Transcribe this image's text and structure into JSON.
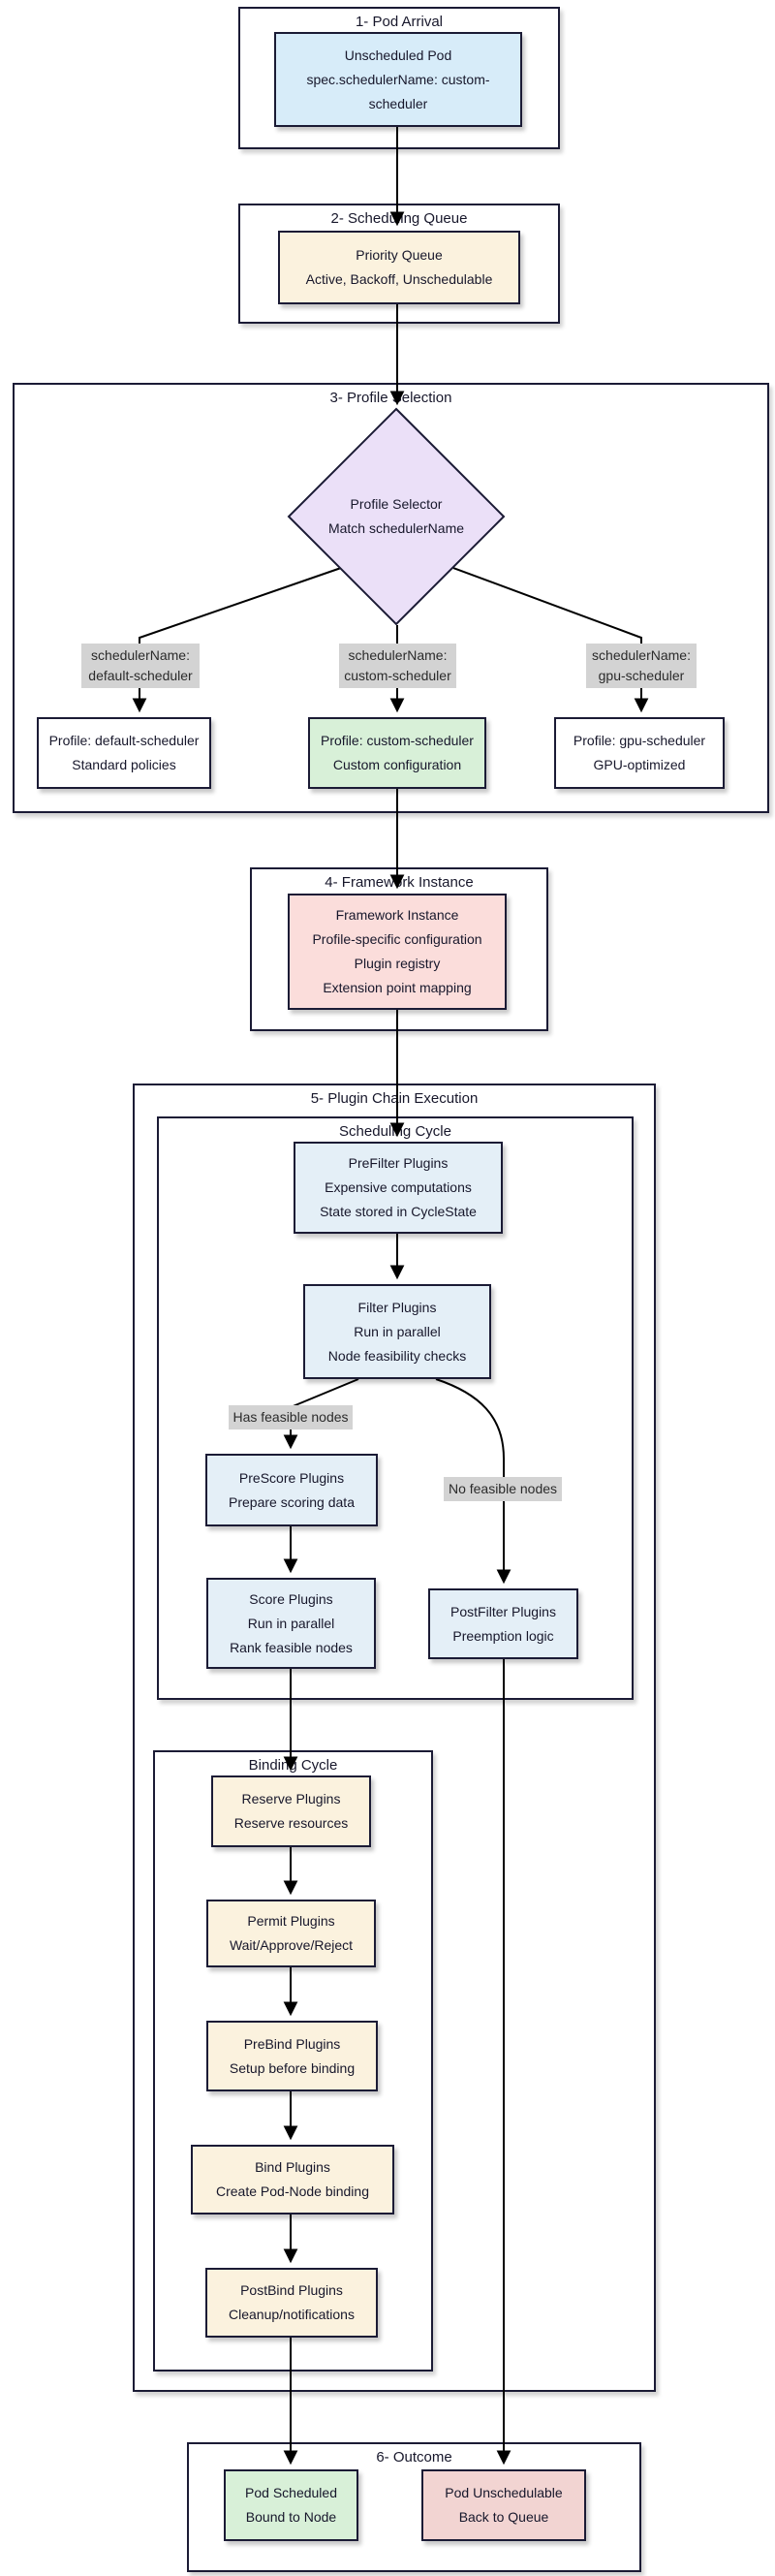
{
  "colors": {
    "border": "#1b1b35",
    "edge": "#000000",
    "blue": "#d7ecf9",
    "cream": "#fbf2de",
    "purple": "#ebe0f8",
    "green": "#d8f0d8",
    "white": "#ffffff",
    "pink": "#fbdddb",
    "steel": "#e4eff7",
    "red": "#f2d4d2",
    "label_bg": "#d3d3d3"
  },
  "sections": {
    "s1": {
      "title": "1- Pod Arrival"
    },
    "s2": {
      "title": "2- Scheduling Queue"
    },
    "s3": {
      "title": "3- Profile Selection"
    },
    "s4": {
      "title": "4- Framework Instance"
    },
    "s5": {
      "title": "5- Plugin Chain Execution"
    },
    "scheduling_cycle": {
      "title": "Scheduling Cycle"
    },
    "binding_cycle": {
      "title": "Binding Cycle"
    },
    "s6": {
      "title": "6- Outcome"
    }
  },
  "nodes": {
    "pod": {
      "lines": [
        "Unscheduled Pod",
        "spec.schedulerName: custom-",
        "scheduler"
      ]
    },
    "queue": {
      "lines": [
        "Priority Queue",
        "Active, Backoff, Unschedulable"
      ]
    },
    "selector": {
      "lines": [
        "Profile Selector",
        "Match schedulerName"
      ]
    },
    "profile_default": {
      "lines": [
        "Profile: default-scheduler",
        "Standard policies"
      ]
    },
    "profile_custom": {
      "lines": [
        "Profile: custom-scheduler",
        "Custom configuration"
      ]
    },
    "profile_gpu": {
      "lines": [
        "Profile: gpu-scheduler",
        "GPU-optimized"
      ]
    },
    "framework": {
      "lines": [
        "Framework Instance",
        "Profile-specific configuration",
        "Plugin registry",
        "Extension point mapping"
      ]
    },
    "prefilter": {
      "lines": [
        "PreFilter Plugins",
        "Expensive computations",
        "State stored in CycleState"
      ]
    },
    "filter": {
      "lines": [
        "Filter Plugins",
        "Run in parallel",
        "Node feasibility checks"
      ]
    },
    "prescore": {
      "lines": [
        "PreScore Plugins",
        "Prepare scoring data"
      ]
    },
    "score": {
      "lines": [
        "Score Plugins",
        "Run in parallel",
        "Rank feasible nodes"
      ]
    },
    "postfilter": {
      "lines": [
        "PostFilter Plugins",
        "Preemption logic"
      ]
    },
    "reserve": {
      "lines": [
        "Reserve Plugins",
        "Reserve resources"
      ]
    },
    "permit": {
      "lines": [
        "Permit Plugins",
        "Wait/Approve/Reject"
      ]
    },
    "prebind": {
      "lines": [
        "PreBind Plugins",
        "Setup before binding"
      ]
    },
    "bind": {
      "lines": [
        "Bind Plugins",
        "Create Pod-Node binding"
      ]
    },
    "postbind": {
      "lines": [
        "PostBind Plugins",
        "Cleanup/notifications"
      ]
    },
    "scheduled": {
      "lines": [
        "Pod Scheduled",
        "Bound to Node"
      ]
    },
    "unschedulable": {
      "lines": [
        "Pod Unschedulable",
        "Back to Queue"
      ]
    }
  },
  "edge_labels": {
    "default": {
      "lines": [
        "schedulerName:",
        "default-scheduler"
      ]
    },
    "custom": {
      "lines": [
        "schedulerName:",
        "custom-scheduler"
      ]
    },
    "gpu": {
      "lines": [
        "schedulerName:",
        "gpu-scheduler"
      ]
    },
    "has_nodes": {
      "text": "Has feasible nodes"
    },
    "no_nodes": {
      "text": "No feasible nodes"
    }
  }
}
